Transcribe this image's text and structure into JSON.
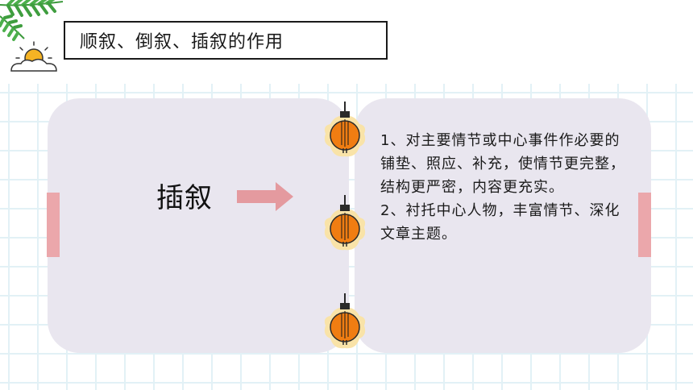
{
  "title": "顺叙、倒叙、插叙的作用",
  "term": "插叙",
  "points": [
    "1、对主要情节或中心事件作必要的铺垫、照应、补充，使情节更完整，结构更严密，内容更充实。",
    "2、衬托中心人物，丰富情节、深化文章主题。"
  ],
  "colors": {
    "panel": "#e9e6ef",
    "accent": "#e49a9f",
    "lantern": "#f07d12",
    "grid": "#e2f1f6"
  },
  "icons": [
    "palm-leaf-icon",
    "sun-icon",
    "cloud-icon",
    "arrow-right-icon",
    "lantern-icon"
  ]
}
